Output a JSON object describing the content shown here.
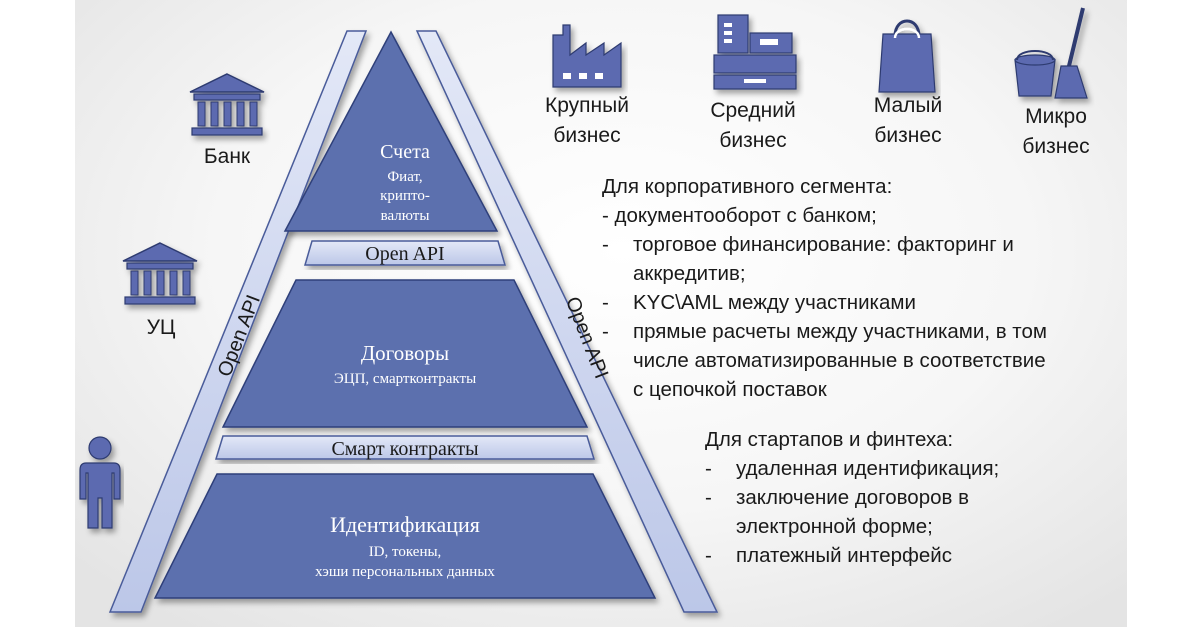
{
  "pyramid": {
    "tiers": [
      {
        "title": "Счета",
        "subtitle_lines": [
          "Фиат,",
          "крипто-",
          "валюты"
        ]
      },
      {
        "title": "Договоры",
        "subtitle_lines": [
          "ЭЦП, смартконтракты"
        ]
      },
      {
        "title": "Идентификация",
        "subtitle_lines": [
          "ID, токены,",
          "хэши персональных данных"
        ]
      }
    ],
    "connectors": [
      "Open API",
      "Смарт контракты"
    ],
    "side_labels": {
      "left": "Open API",
      "right": "Open API"
    }
  },
  "left_icons": [
    {
      "label": "Банк",
      "icon": "bank-building-icon"
    },
    {
      "label": "УЦ",
      "icon": "bank-building-icon"
    },
    {
      "label": "",
      "icon": "person-icon"
    }
  ],
  "business_icons": [
    {
      "label_lines": [
        "Крупный",
        "бизнес"
      ],
      "icon": "factory-icon"
    },
    {
      "label_lines": [
        "Средний",
        "бизнес"
      ],
      "icon": "cash-register-icon"
    },
    {
      "label_lines": [
        "Малый",
        "бизнес"
      ],
      "icon": "shopping-bag-icon"
    },
    {
      "label_lines": [
        "Микро",
        "бизнес"
      ],
      "icon": "bucket-broom-icon"
    }
  ],
  "corporate": {
    "heading": "Для корпоративного сегмента:",
    "lines": [
      "- документооборот с банком;",
      "-",
      "торговое финансирование: факторинг и",
      "аккредитив;",
      "-",
      "KYC\\AML между участниками",
      "-",
      "прямые расчеты между участниками, в том",
      "числе автоматизированные в соответствие",
      "с цепочкой поставок"
    ]
  },
  "startups": {
    "heading": "Для стартапов и финтеха:",
    "lines": [
      "-",
      "удаленная идентификация;",
      "-",
      "заключение договоров в",
      "электронной форме;",
      "-",
      "платежный интерфейс"
    ]
  },
  "colors": {
    "tier_fill": "#5b6fae",
    "tier_stroke": "#2f3f7a",
    "band_fill": "#c9d2ed",
    "band_stroke": "#4a5b9a",
    "icon": "#5b6bb0",
    "icon_stroke": "#2d3a70"
  }
}
